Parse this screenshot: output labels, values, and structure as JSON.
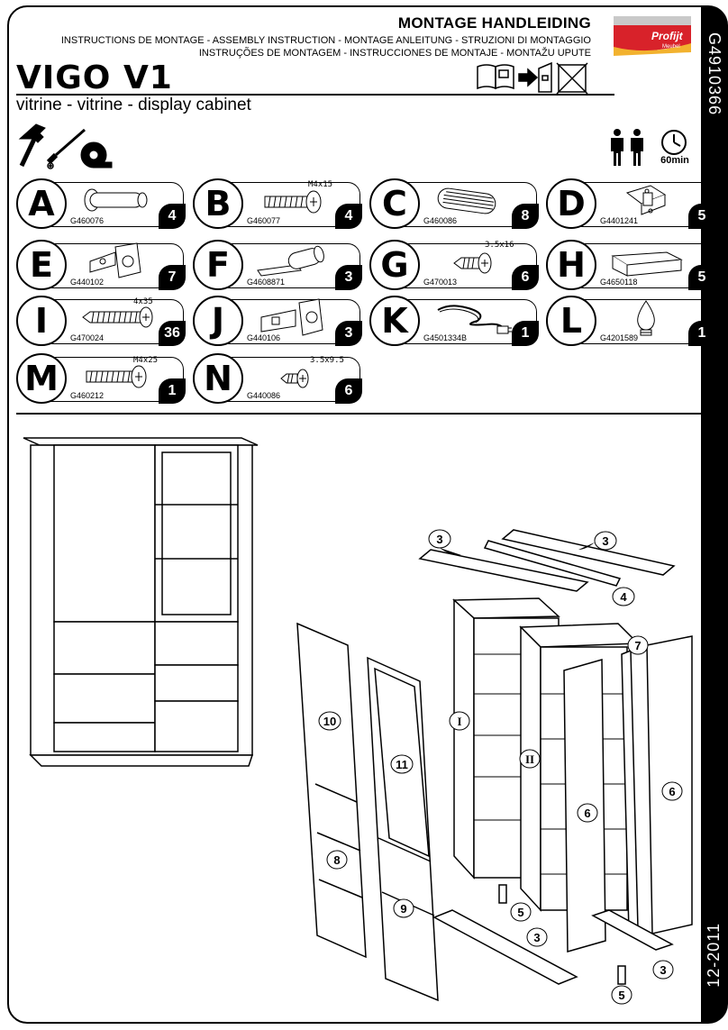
{
  "header": {
    "main": "MONTAGE HANDLEIDING",
    "sub1": "INSTRUCTIONS DE MONTAGE - ASSEMBLY INSTRUCTION - MONTAGE ANLEITUNG - STRUZIONI DI MONTAGGIO",
    "sub2": "INSTRUÇÕES DE MONTAGEM - INSTRUCCIONES DE MONTAJE - MONTAŽU UPUTE"
  },
  "logo": {
    "brand": "Profijt",
    "sub": "Meubel"
  },
  "title": "VIGO V1",
  "subtitle": "vitrine - vitrine - display cabinet",
  "side": {
    "code": "G4910366",
    "date": "12-2011"
  },
  "time_label": "60min",
  "parts": [
    {
      "letter": "A",
      "code": "G460076",
      "qty": "4",
      "size": ""
    },
    {
      "letter": "B",
      "code": "G460077",
      "qty": "4",
      "size": "M4x15"
    },
    {
      "letter": "C",
      "code": "G460086",
      "qty": "8",
      "size": ""
    },
    {
      "letter": "D",
      "code": "G4401241",
      "qty": "5",
      "size": ""
    },
    {
      "letter": "E",
      "code": "G440102",
      "qty": "7",
      "size": ""
    },
    {
      "letter": "F",
      "code": "G4608871",
      "qty": "3",
      "size": ""
    },
    {
      "letter": "G",
      "code": "G470013",
      "qty": "6",
      "size": "3.5x16"
    },
    {
      "letter": "H",
      "code": "G4650118",
      "qty": "5",
      "size": ""
    },
    {
      "letter": "I",
      "code": "G470024",
      "qty": "36",
      "size": "4x35"
    },
    {
      "letter": "J",
      "code": "G440106",
      "qty": "3",
      "size": ""
    },
    {
      "letter": "K",
      "code": "G4501334B",
      "qty": "1",
      "size": ""
    },
    {
      "letter": "L",
      "code": "G4201589",
      "qty": "1",
      "size": ""
    },
    {
      "letter": "M",
      "code": "G460212",
      "qty": "1",
      "size": "M4x25"
    },
    {
      "letter": "N",
      "code": "G440086",
      "qty": "6",
      "size": "3.5x9.5"
    }
  ],
  "diagram": {
    "labels": [
      "3",
      "3",
      "4",
      "7",
      "10",
      "11",
      "I",
      "II",
      "6",
      "6",
      "8",
      "9",
      "5",
      "3",
      "3",
      "5"
    ]
  }
}
